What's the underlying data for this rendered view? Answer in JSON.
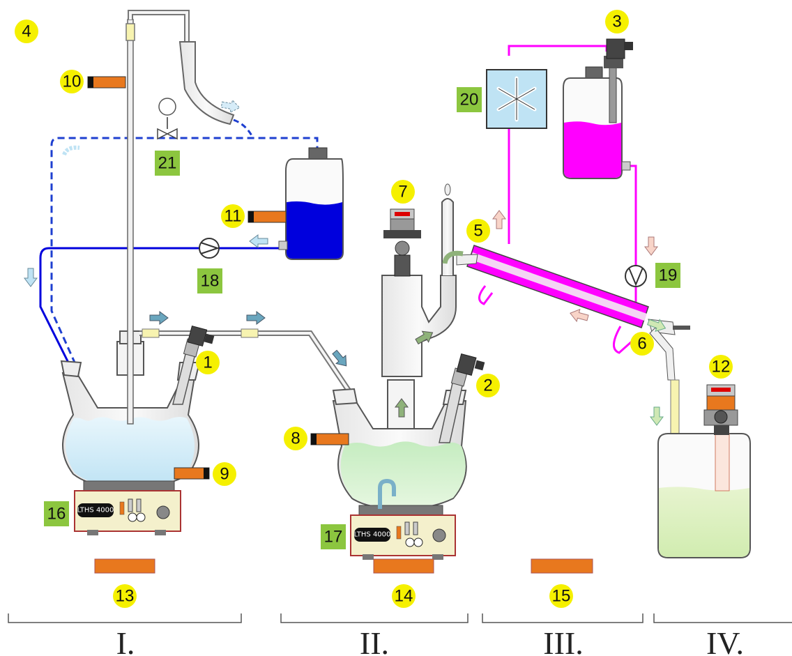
{
  "markers": {
    "yellow": [
      "1",
      "2",
      "3",
      "4",
      "5",
      "6",
      "7",
      "8",
      "9",
      "10",
      "11",
      "12",
      "13",
      "14",
      "15"
    ],
    "green": [
      "16",
      "17",
      "18",
      "19",
      "20",
      "21"
    ]
  },
  "sections": [
    "I.",
    "II.",
    "III.",
    "IV."
  ],
  "stirrer_display": "LTHS 4000",
  "colors": {
    "yellow_marker": "#f5f000",
    "green_marker": "#8cc63f",
    "blue_liquid": "#0000dd",
    "dashed_line": "#1e3fd0",
    "magenta_coolant": "#ff00ff",
    "orange_sensor": "#e8781e",
    "green_liquid": "#d6f2c0",
    "light_blue_liquid": "#cfe9f6"
  },
  "icons": [
    "snowflake-icon",
    "pump-icon",
    "valve-icon",
    "sensor-probe-icon",
    "flow-arrow-icon"
  ]
}
